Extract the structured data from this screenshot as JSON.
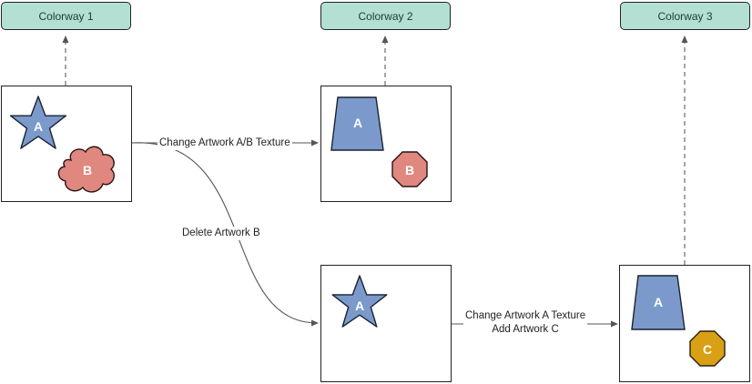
{
  "colorways": [
    {
      "label": "Colorway 1"
    },
    {
      "label": "Colorway 2"
    },
    {
      "label": "Colorway 3"
    }
  ],
  "edges": {
    "change_ab_texture": "Change Artwork A/B Texture",
    "delete_b": "Delete Artwork B",
    "change_a_texture_line1": "Change Artwork A Texture",
    "change_a_texture_line2": "Add Artwork C"
  },
  "artwork": {
    "a": "A",
    "b": "B",
    "c": "C"
  },
  "colors": {
    "artwork_a": "#7b9acb",
    "artwork_b": "#e0877f",
    "artwork_c": "#d9a016",
    "colorway_tag": "#b3e0d2"
  }
}
